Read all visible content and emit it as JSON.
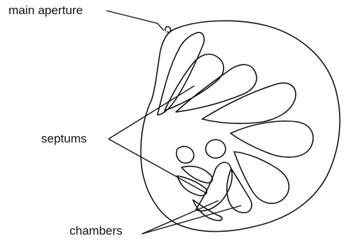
{
  "labels": {
    "main_aperture": "main aperture",
    "septums": "septums",
    "chambers": "chambers"
  },
  "colors": {
    "line": "#111111",
    "background": "#ffffff"
  }
}
